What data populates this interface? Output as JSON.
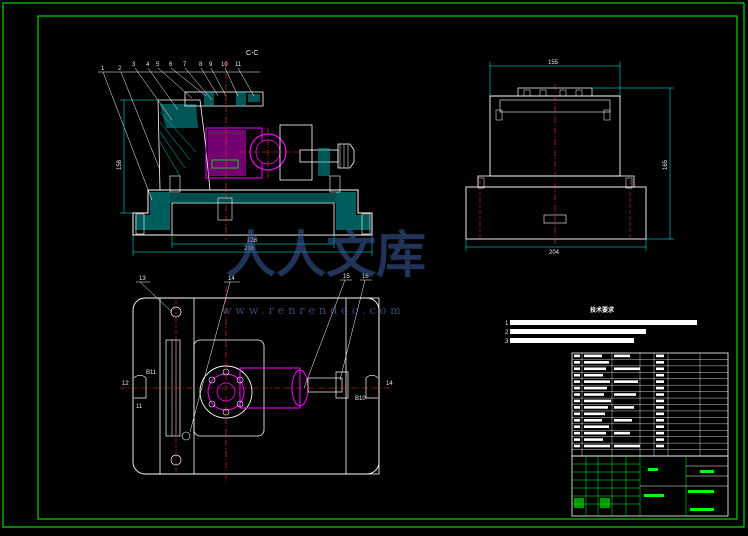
{
  "colors": {
    "background": "#000000",
    "frame": "#00ff00",
    "outline": "#ffffff",
    "centerline": "#ff3333",
    "workpiece": "#ff00ff",
    "dimension": "#00ffff",
    "hatch": "#00cccc",
    "watermark": "#3e5ea4"
  },
  "views": {
    "section_label": "C-C"
  },
  "front_view": {
    "part_numbers": [
      "1",
      "2",
      "3",
      "4",
      "5",
      "6",
      "7",
      "8",
      "9",
      "10",
      "11"
    ],
    "dim_height": "158",
    "dim_inner_width": "128",
    "dim_overall_width": "238"
  },
  "side_view": {
    "dim_top_width": "155",
    "dim_height": "165",
    "dim_base_width": "204"
  },
  "top_view": {
    "part_numbers": [
      "13",
      "14",
      "15",
      "16"
    ],
    "left_marks": [
      "12",
      "B11",
      "11"
    ],
    "right_marks": [
      "B10",
      "14"
    ]
  },
  "tech_requirements": {
    "title": "技术要求",
    "items": [
      "1",
      "2",
      "3"
    ]
  },
  "watermark": {
    "text": "人人文库",
    "url": "www.renrendoc.com"
  }
}
